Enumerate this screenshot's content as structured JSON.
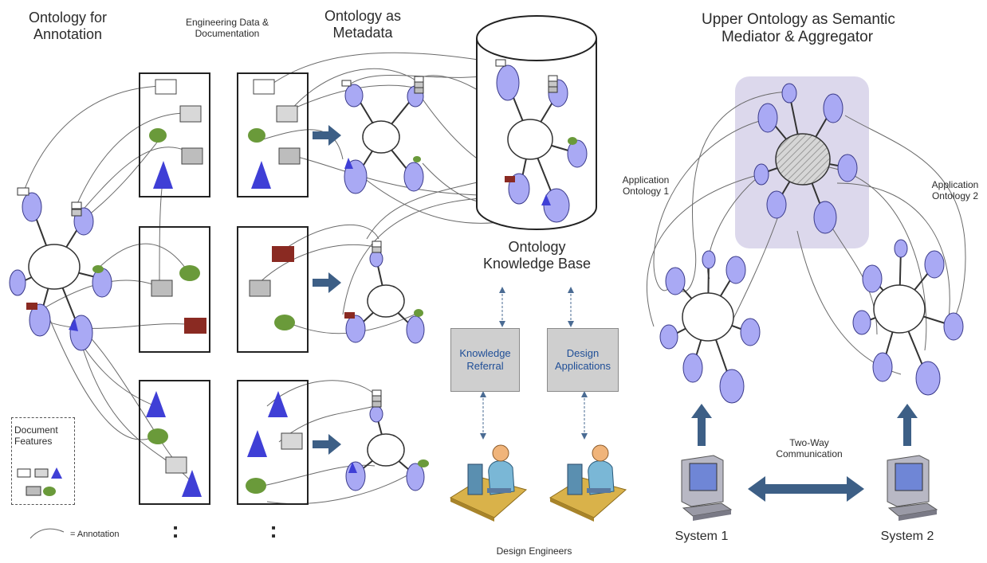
{
  "labels": {
    "ontology_for_annotation": [
      "Ontology for",
      "Annotation"
    ],
    "engineering_data": [
      "Engineering Data &",
      "Documentation"
    ],
    "ontology_as_metadata": [
      "Ontology as",
      "Metadata"
    ],
    "ontology_kb": [
      "Ontology",
      "Knowledge Base"
    ],
    "upper_ontology": [
      "Upper Ontology as Semantic",
      "Mediator & Aggregator"
    ],
    "app_ontology_1": [
      "Application",
      "Ontology 1"
    ],
    "app_ontology_2": [
      "Application",
      "Ontology 2"
    ],
    "knowledge_referral": [
      "Knowledge",
      "Referral"
    ],
    "design_applications": [
      "Design",
      "Applications"
    ],
    "design_engineers": "Design Engineers",
    "two_way": [
      "Two-Way",
      "Communication"
    ],
    "system_1": "System 1",
    "system_2": "System 2",
    "legend_title": [
      "Document",
      "Features"
    ],
    "annotation_legend": "= Annotation",
    "ellipsis": ":"
  },
  "colors": {
    "node_fill": "#a9a9f4",
    "node_stroke": "#3a3a8a",
    "triangle": "#3f3fd6",
    "ellipse_green": "#6a9a3a",
    "dark_red": "#8a2a22",
    "gray_rect": "#c8c8c8",
    "arrow_blue": "#3d5f86",
    "upper_bg": "#dcd8ec",
    "hub_gray": "#cfcfcf",
    "text_blue": "#1f4e97"
  },
  "icons": [
    "engineer-workstation-icon",
    "computer-terminal-icon"
  ]
}
